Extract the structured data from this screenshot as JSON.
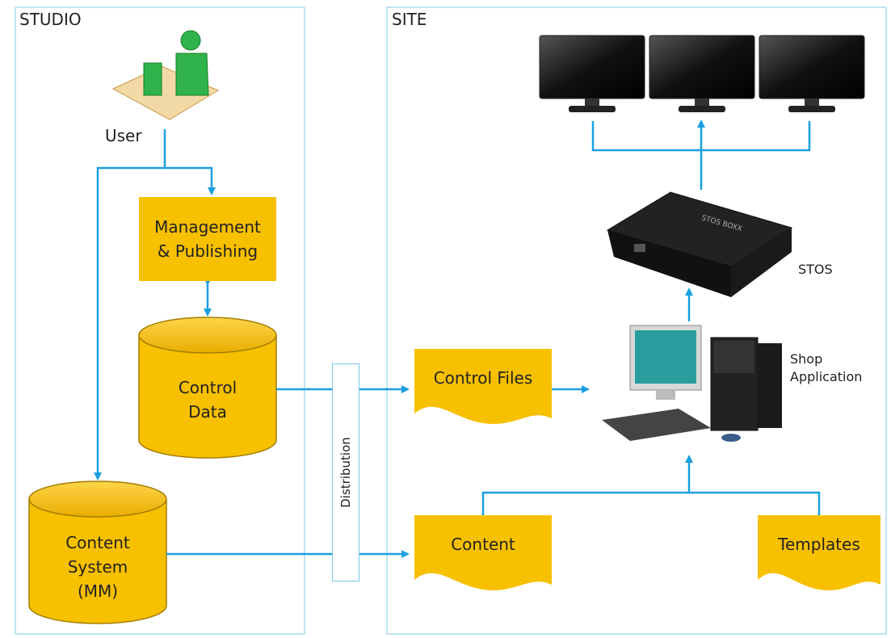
{
  "studio": {
    "title": "STUDIO",
    "user_label": "User"
  },
  "site": {
    "title": "SITE"
  },
  "nodes": {
    "management": "Management\n& Publishing",
    "control_data": "Control\nData",
    "content_system": "Content\nSystem\n(MM)",
    "distribution": "Distribution",
    "control_files": "Control Files",
    "content": "Content",
    "templates": "Templates",
    "stos": "STOS",
    "shop_application": "Shop\nApplication"
  },
  "device_label": "STOS BOXX",
  "colors": {
    "node_fill": "#f7c000",
    "arrow": "#1a9fe0",
    "panel_border": "#bfe6f6"
  }
}
